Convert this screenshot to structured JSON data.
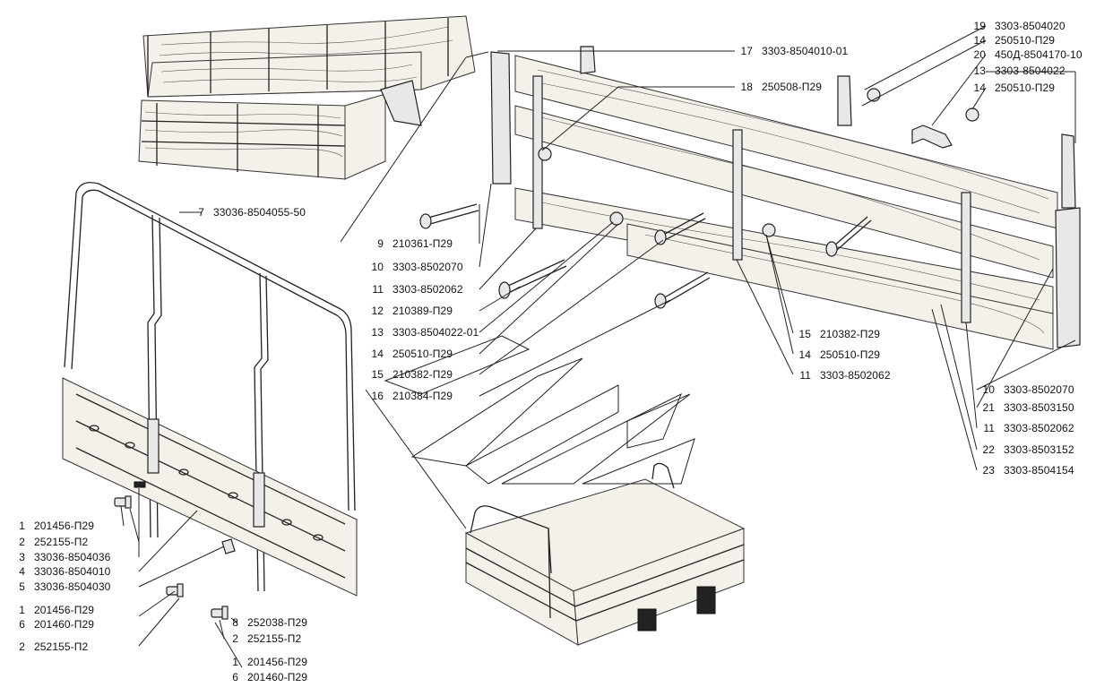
{
  "callouts": [
    {
      "id": "c17",
      "num": "17",
      "code": "3303-8504010-01"
    },
    {
      "id": "c18",
      "num": "18",
      "code": "250508-П29"
    },
    {
      "id": "c19",
      "num": "19",
      "code": "3303-8504020"
    },
    {
      "id": "c14a",
      "num": "14",
      "code": "250510-П29"
    },
    {
      "id": "c20",
      "num": "20",
      "code": "450Д-8504170-10"
    },
    {
      "id": "c13a",
      "num": "13",
      "code": "3303-8504022"
    },
    {
      "id": "c14b",
      "num": "14",
      "code": "250510-П29"
    },
    {
      "id": "c7",
      "num": "7",
      "code": "33036-8504055-50"
    },
    {
      "id": "c9",
      "num": "9",
      "code": "210361-П29"
    },
    {
      "id": "c10a",
      "num": "10",
      "code": "3303-8502070"
    },
    {
      "id": "c11a",
      "num": "11",
      "code": "3303-8502062"
    },
    {
      "id": "c12",
      "num": "12",
      "code": "210389-П29"
    },
    {
      "id": "c13b",
      "num": "13",
      "code": "3303-8504022-01"
    },
    {
      "id": "c14c",
      "num": "14",
      "code": "250510-П29"
    },
    {
      "id": "c15a",
      "num": "15",
      "code": "210382-П29"
    },
    {
      "id": "c16",
      "num": "16",
      "code": "210384-П29"
    },
    {
      "id": "c15b",
      "num": "15",
      "code": "210382-П29"
    },
    {
      "id": "c14d",
      "num": "14",
      "code": "250510-П29"
    },
    {
      "id": "c11b",
      "num": "11",
      "code": "3303-8502062"
    },
    {
      "id": "c10b",
      "num": "10",
      "code": "3303-8502070"
    },
    {
      "id": "c21",
      "num": "21",
      "code": "3303-8503150"
    },
    {
      "id": "c11c",
      "num": "11",
      "code": "3303-8502062"
    },
    {
      "id": "c22",
      "num": "22",
      "code": "3303-8503152"
    },
    {
      "id": "c23",
      "num": "23",
      "code": "3303-8504154"
    },
    {
      "id": "c1a",
      "num": "1",
      "code": "201456-П29"
    },
    {
      "id": "c2a",
      "num": "2",
      "code": "252155-П2"
    },
    {
      "id": "c3",
      "num": "3",
      "code": "33036-8504036"
    },
    {
      "id": "c4",
      "num": "4",
      "code": "33036-8504010"
    },
    {
      "id": "c5",
      "num": "5",
      "code": "33036-8504030"
    },
    {
      "id": "c1b",
      "num": "1",
      "code": "201456-П29"
    },
    {
      "id": "c6a",
      "num": "6",
      "code": "201460-П29"
    },
    {
      "id": "c2b",
      "num": "2",
      "code": "252155-П2"
    },
    {
      "id": "c8",
      "num": "8",
      "code": "252038-П29"
    },
    {
      "id": "c2c",
      "num": "2",
      "code": "252155-П2"
    },
    {
      "id": "c1c",
      "num": "1",
      "code": "201456-П29"
    },
    {
      "id": "c6b",
      "num": "6",
      "code": "201460-П29"
    }
  ]
}
